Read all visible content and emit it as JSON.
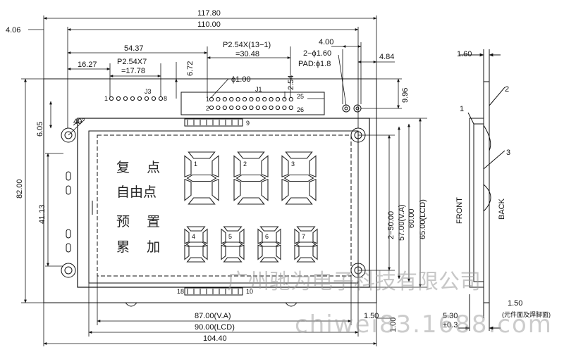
{
  "drawing": {
    "top_dims": {
      "overall": "117.80",
      "pcb": "110.00",
      "offset": "4.06",
      "j1_offset": "54.37",
      "j3_offset": "16.27",
      "j3_pitch_line1": "P2.54X7",
      "j3_pitch_line2": "=17.78",
      "j1_pitch_line1": "P2.54X(13−1)",
      "j1_pitch_line2": "=30.48",
      "dim_672": "6.72",
      "hole_dia": "ϕ1.00",
      "dim_254": "2.54",
      "dim_400": "4.00",
      "hole_spec": "2−ϕ1.60",
      "pad_spec": "PAD:ϕ1.8",
      "dim_484": "4.84",
      "dim_996": "9.96"
    },
    "left_dims": {
      "height": "82.00",
      "inner": "41.13",
      "top_offset": "6.05",
      "angle": "40°"
    },
    "right_dims": {
      "d50": "2−50.00",
      "d57": "57.00(V.A)",
      "d60": "60.00",
      "d65": "65.00(LCD)"
    },
    "bottom_dims": {
      "va": "87.00(V.A)",
      "lcd": "90.00(LCD)",
      "pcb": "104.40",
      "d150": "1.50",
      "d100": "1.00"
    },
    "connectors": {
      "j3_label": "J3",
      "j3_pin_first": "1",
      "j3_pin_last": "8",
      "j1_label": "J1",
      "j1_pin1": "1",
      "j1_pin2": "2",
      "j1_pin25": "25",
      "j1_pin26": "26",
      "top_pad_label": "9",
      "bottom_pad_left": "18",
      "bottom_pad_right": "10"
    },
    "lcd_labels": {
      "row1": "复    点",
      "row2": "自由点",
      "row3": "预    置",
      "row4": "累    加"
    },
    "digits": {
      "large": [
        "1",
        "2",
        "3"
      ],
      "small": [
        "4",
        "5",
        "6",
        "7"
      ]
    },
    "side_view": {
      "thickness": "1.60",
      "front": "FRONT",
      "back": "BACK",
      "callout1": "1",
      "callout2": "2",
      "callout3": "3",
      "bottom_dim": "1.50",
      "bottom_note": "(元件面及焊脚面)",
      "depth": "5.30",
      "tolerance": "±0.3"
    },
    "watermark": {
      "company": "广州驰为电子科技有限公司",
      "site": "chiwei83.1688.com"
    }
  }
}
